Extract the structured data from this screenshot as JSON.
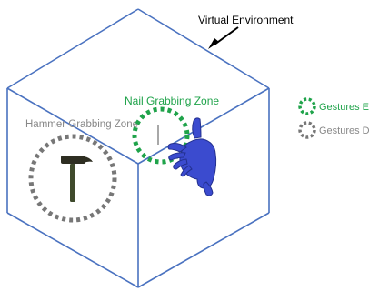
{
  "title_label": "Virtual Environment",
  "zones": {
    "nail": {
      "label": "Nail Grabbing Zone",
      "state": "enabled"
    },
    "hammer": {
      "label": "Hammer Grabbing Zone",
      "state": "disabled"
    }
  },
  "legend": {
    "enabled_label": "Gestures Enabled",
    "disabled_label": "Gestures Disabled"
  },
  "colors": {
    "box_edges": "#4a72c0",
    "enabled": "#1fa34a",
    "disabled": "#777777",
    "hand": "#3b4bcf",
    "text": "#000000"
  }
}
